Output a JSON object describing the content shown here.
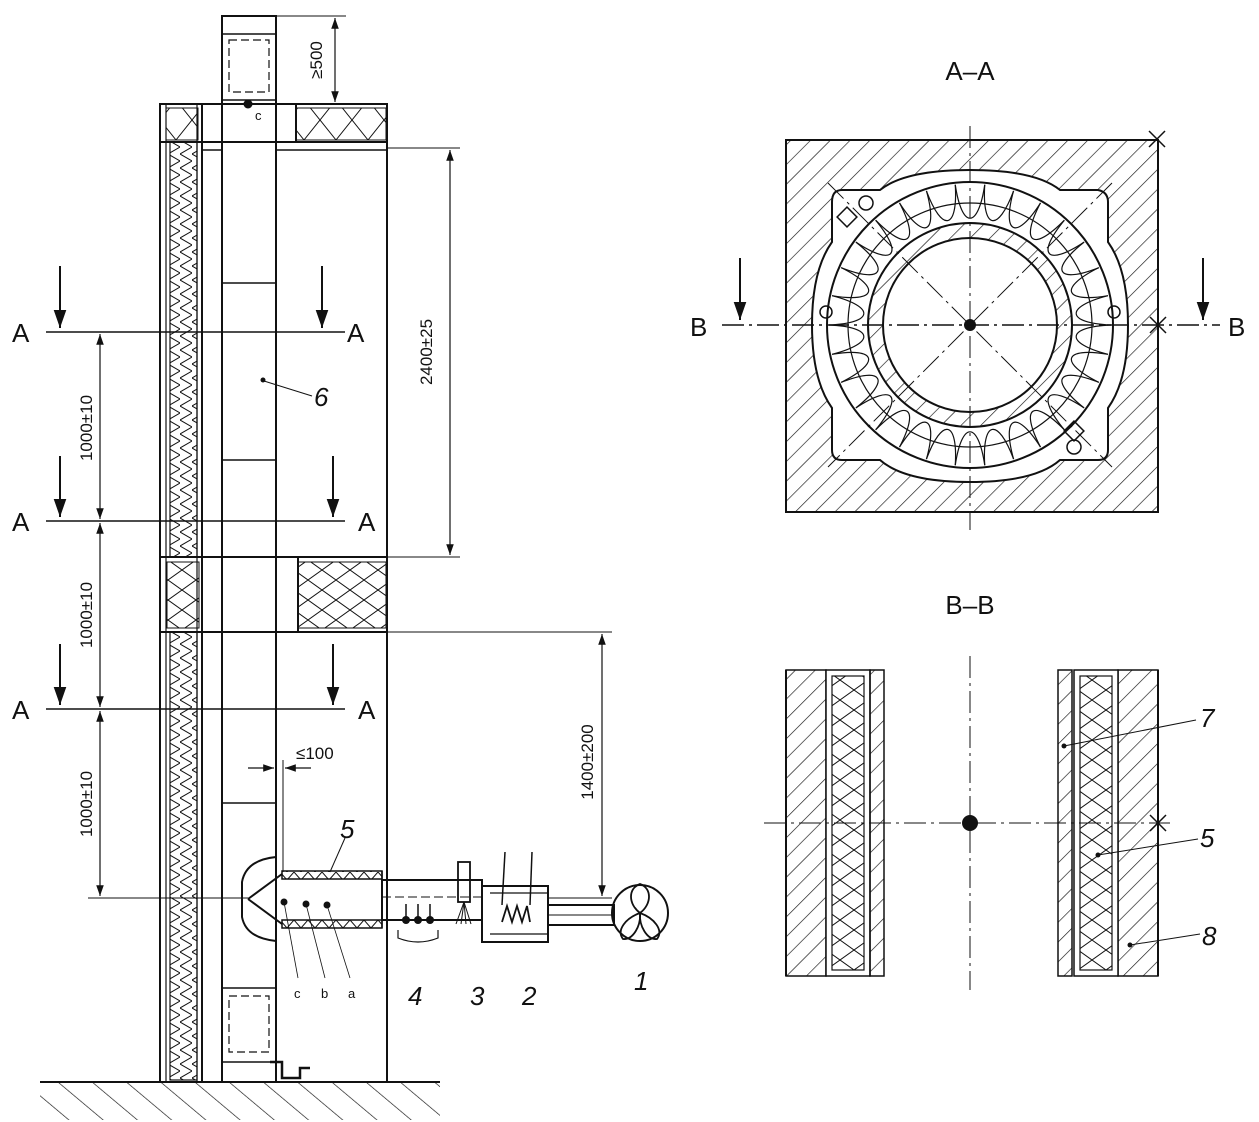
{
  "section_aa": {
    "title": "A–A",
    "cut_left": "A",
    "cut_right": "A"
  },
  "section_bb": {
    "title": "B–B",
    "cut_left": "B",
    "cut_right": "B"
  },
  "dimensions": {
    "top_clearance": "≥500",
    "fire_test_height": "2400±25",
    "spacing_1": "1000±10",
    "spacing_2": "1000±10",
    "spacing_3": "1000±10",
    "duct_height": "1400±200",
    "gap": "≤100"
  },
  "thermocouple_labels": [
    "c",
    "b",
    "a"
  ],
  "top_point_label": "c",
  "callouts": {
    "fan": "1",
    "burner": "2",
    "sampling_probe": "3",
    "thermocouples": "4",
    "insulation": "5",
    "chimney": "6",
    "liner": "7",
    "enclosure": "8"
  },
  "colors": {
    "line": "#111111",
    "background": "#ffffff"
  }
}
